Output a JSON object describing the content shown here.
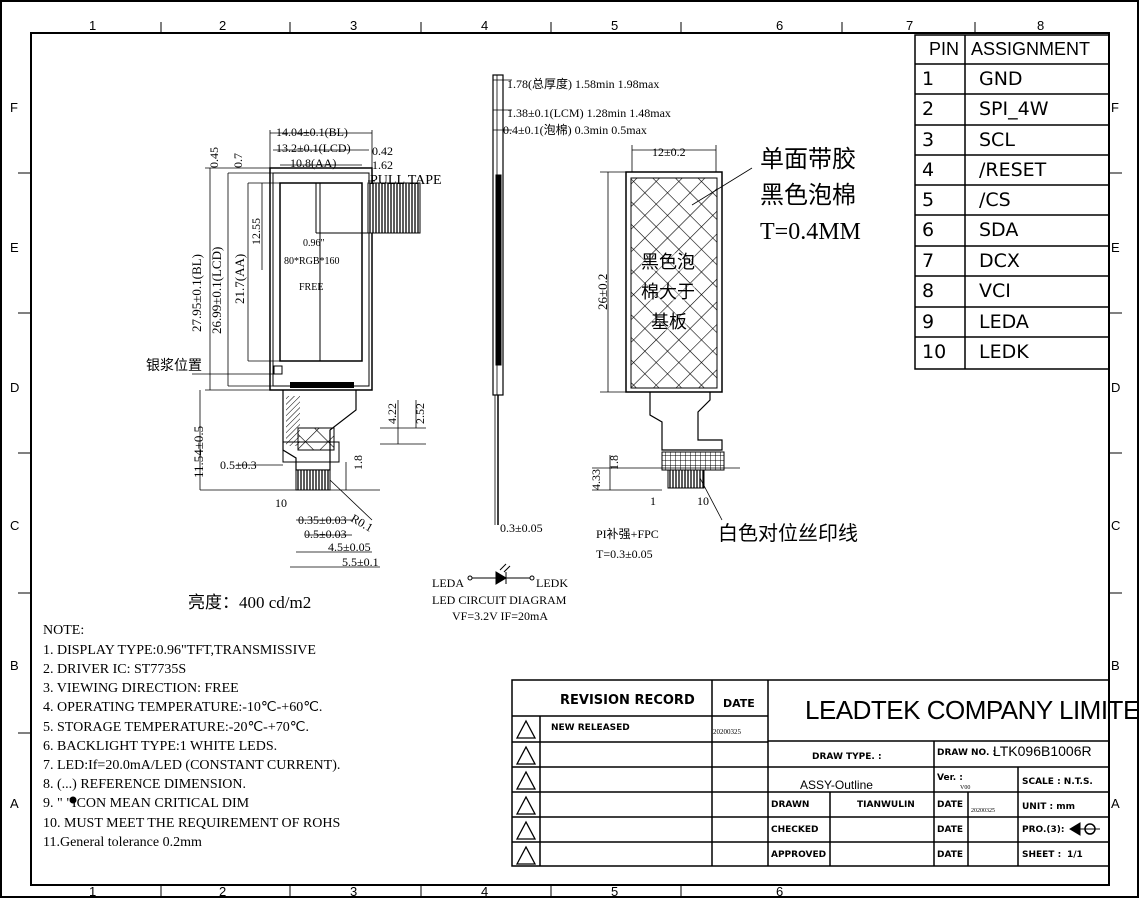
{
  "frame": {
    "col_numbers_top": [
      "1",
      "2",
      "3",
      "4",
      "5",
      "6",
      "7",
      "8"
    ],
    "col_numbers_bottom": [
      "1",
      "2",
      "3",
      "4",
      "5",
      "6"
    ],
    "row_letters": [
      "F",
      "E",
      "D",
      "C",
      "B",
      "A"
    ]
  },
  "pins": {
    "header_pin": "PIN",
    "header_assign": "ASSIGNMENT",
    "rows": [
      {
        "num": "1",
        "name": "GND"
      },
      {
        "num": "2",
        "name": "SPI_4W"
      },
      {
        "num": "3",
        "name": "SCL"
      },
      {
        "num": "4",
        "name": "/RESET"
      },
      {
        "num": "5",
        "name": "/CS"
      },
      {
        "num": "6",
        "name": "SDA"
      },
      {
        "num": "7",
        "name": "DCX"
      },
      {
        "num": "8",
        "name": "VCI"
      },
      {
        "num": "9",
        "name": "LEDA"
      },
      {
        "num": "10",
        "name": "LEDK"
      }
    ]
  },
  "front_view": {
    "dim_bl_width": "14.04±0.1(BL)",
    "dim_lcd_width": "13.2±0.1(LCD)",
    "dim_aa_width": "10.8(AA)",
    "dim_042": "0.42",
    "dim_162": "1.62",
    "dim_045": "0.45",
    "dim_07": "0.7",
    "dim_1255": "12.55",
    "dim_bl_height": "27.95±0.1(BL)",
    "dim_lcd_height": "26.99±0.1(LCD)",
    "dim_aa_height": "21.7(AA)",
    "pull_tape": "PULL TAPE",
    "size": "0.96\"",
    "resolution": "80*RGB*160",
    "free": "FREE",
    "silver_paste": "银浆位置",
    "dim_fpc_len": "11.54±0.5",
    "dim_05": "0.5±0.3",
    "dim_422": "4.22",
    "dim_252": "2.52",
    "dim_18": "1.8",
    "dim_r01": "R0.1",
    "pin10": "10",
    "dim_035": "0.35±0.03",
    "dim_05b": "0.5±0.03",
    "dim_45": "4.5±0.05",
    "dim_55": "5.5±0.1",
    "brightness": "亮度：400 cd/m2"
  },
  "side_view": {
    "total_thick": "1.78(总厚度) 1.58min 1.98max",
    "lcm_thick": "1.38±0.1(LCM) 1.28min 1.48max",
    "foam_thick": "0.4±0.1(泡棉) 0.3min 0.5max",
    "fpc_thick": "0.3±0.05"
  },
  "back_view": {
    "dim_width": "12±0.2",
    "dim_height": "26±0.2",
    "tape_label_1": "单面带胶",
    "tape_label_2": "黑色泡棉",
    "tape_label_3": "T=0.4MM",
    "foam_text_1": "黑色泡",
    "foam_text_2": "棉大于",
    "foam_text_3": "基板",
    "dim_433": "4.33",
    "dim_18": "1.8",
    "pin1": "1",
    "pin10": "10",
    "stiffener_1": "PI补强+FPC",
    "stiffener_2": "T=0.3±0.05",
    "silk_line": "白色对位丝印线"
  },
  "led_circuit": {
    "leda": "LEDA",
    "ledk": "LEDK",
    "title": "LED CIRCUIT DIAGRAM",
    "params": "VF=3.2V  IF=20mA"
  },
  "notes": [
    "NOTE:",
    "1. DISPLAY TYPE:0.96\"TFT,TRANSMISSIVE",
    "2. DRIVER IC: ST7735S",
    "3. VIEWING DIRECTION: FREE",
    "4. OPERATING TEMPERATURE:-10℃-+60℃.",
    "5. STORAGE TEMPERATURE:-20℃-+70℃.",
    "6. BACKLIGHT TYPE:1 WHITE LEDS.",
    "7. LED:If=20.0mA/LED (CONSTANT CURRENT).",
    "8. (...) REFERENCE DIMENSION.",
    "9. \"  \"ICON MEAN CRITICAL DIM",
    "10. MUST MEET THE REQUIREMENT OF ROHS",
    "11.General tolerance 0.2mm"
  ],
  "title_block": {
    "revision_record": "REVISION  RECORD",
    "date_header": "DATE",
    "new_released": "NEW RELEASED",
    "new_date": "20200325",
    "company": "LEADTEK COMPANY LIMITED",
    "draw_type_label": "DRAW TYPE. :",
    "draw_type": "ASSY-Outline",
    "draw_no_label": "DRAW NO. :",
    "draw_no": "LTK096B1006R",
    "ver_label": "Ver. :",
    "ver": "V00",
    "scale": "SCALE : N.T.S.",
    "drawn": "DRAWN",
    "drawn_by": "TIANWULIN",
    "date_label": "DATE",
    "drawn_date": "20200325",
    "unit": "UNIT : mm",
    "pro": "PRO.(3):",
    "checked": "CHECKED",
    "approved": "APPROVED",
    "sheet": "SHEET :",
    "sheet_val": "1/1"
  }
}
